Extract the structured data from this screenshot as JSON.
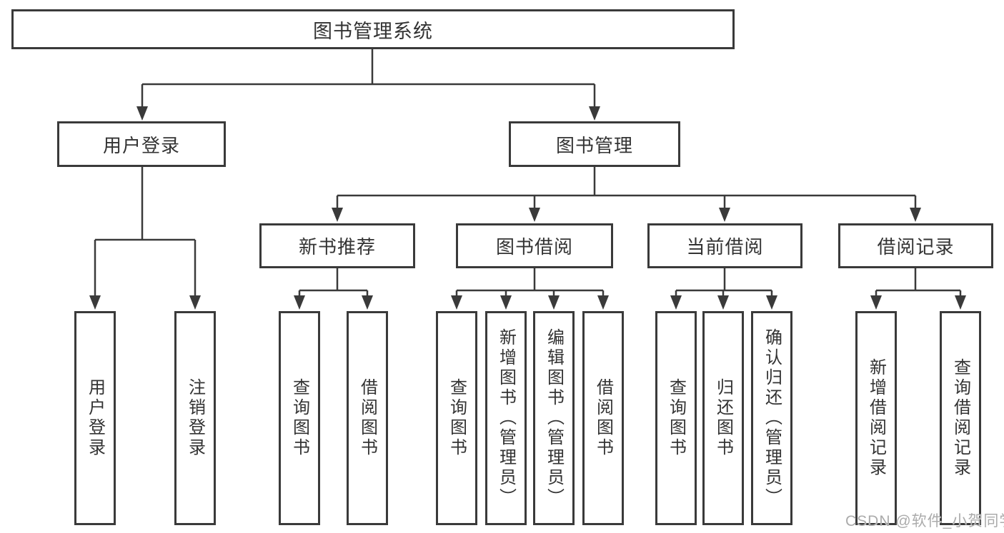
{
  "tree": {
    "label": "图书管理系统",
    "children": [
      {
        "label": "用户登录",
        "children": [
          {
            "label": "用户登录"
          },
          {
            "label": "注销登录"
          }
        ]
      },
      {
        "label": "图书管理",
        "children": [
          {
            "label": "新书推荐",
            "children": [
              {
                "label": "查询图书"
              },
              {
                "label": "借阅图书"
              }
            ]
          },
          {
            "label": "图书借阅",
            "children": [
              {
                "label": "查询图书"
              },
              {
                "label": "新增图书（管理员）"
              },
              {
                "label": "编辑图书（管理员）"
              },
              {
                "label": "借阅图书"
              }
            ]
          },
          {
            "label": "当前借阅",
            "children": [
              {
                "label": "查询图书"
              },
              {
                "label": "归还图书"
              },
              {
                "label": "确认归还（管理员）"
              }
            ]
          },
          {
            "label": "借阅记录",
            "children": [
              {
                "label": "新增借阅记录"
              },
              {
                "label": "查询借阅记录"
              }
            ]
          }
        ]
      }
    ]
  },
  "watermark": {
    "text": "CSDN @软件_小贺同学"
  },
  "colors": {
    "line": "#3a3a3a",
    "text": "#333333",
    "watermark": "#ababab",
    "background": "#ffffff"
  }
}
